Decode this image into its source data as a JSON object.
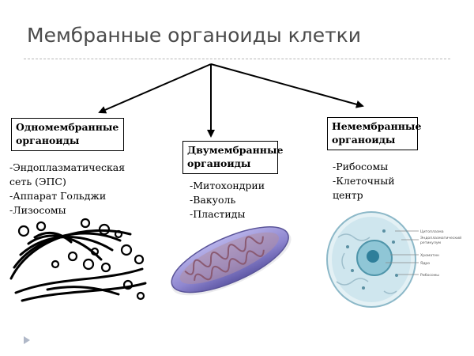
{
  "slide": {
    "title": "Мембранные органоиды клетки"
  },
  "categories": [
    {
      "heading": [
        "Одномембранные",
        "органоиды"
      ],
      "items": [
        "-Эндоплазматическая",
        "сеть (ЭПС)",
        "-Аппарат Гольджи",
        "-Лизосомы"
      ]
    },
    {
      "heading": [
        "Двумембранные",
        "органоиды"
      ],
      "items": [
        "-Митохондрии",
        "-Вакуоль",
        "-Пластиды"
      ]
    },
    {
      "heading": [
        "Немембранные",
        " органоиды"
      ],
      "items": [
        "-Рибосомы",
        "-Клеточный",
        "центр"
      ]
    }
  ],
  "cell_labels": [
    "Цитоплазма",
    "Эндоплазматический",
    "ретикулум",
    "Хроматин",
    "Ядро",
    "Рибосомы"
  ],
  "colors": {
    "mitochondria": "#8e86cf",
    "cell": "#cfe6ee",
    "nucleus": "#8fc6d6",
    "arrow": "#000000"
  }
}
